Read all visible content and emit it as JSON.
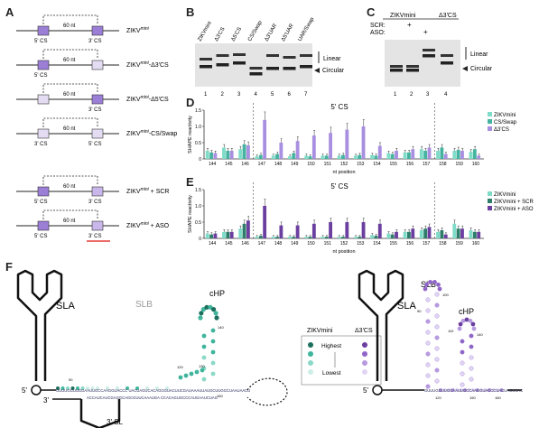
{
  "panels": {
    "a": "A",
    "b": "B",
    "c": "C",
    "d": "D",
    "e": "E",
    "f": "F"
  },
  "panel_a": {
    "spacer": "60 nt",
    "constructs": [
      {
        "prefix": "ZIKV",
        "sup": "mini",
        "suffix": "",
        "left": "5' CS",
        "right": "3' CS",
        "left_fill": "#9b7ed6",
        "right_fill": "#9b7ed6"
      },
      {
        "prefix": "ZIKV",
        "sup": "mini",
        "suffix": "-Δ3'CS",
        "left": "5' CS",
        "right": "",
        "left_fill": "#9b7ed6",
        "right_fill": "#e4dcf3"
      },
      {
        "prefix": "ZIKV",
        "sup": "mini",
        "suffix": "-Δ5'CS",
        "left": "",
        "right": "3' CS",
        "left_fill": "#e4dcf3",
        "right_fill": "#9b7ed6"
      },
      {
        "prefix": "ZIKV",
        "sup": "mini",
        "suffix": "-CS/Swap",
        "left": "3' CS",
        "right": "5' CS",
        "left_fill": "#e4dcf3",
        "right_fill": "#e4dcf3"
      },
      {
        "prefix": "ZIKV",
        "sup": "mini",
        "suffix": " + SCR",
        "left": "5' CS",
        "right": "3' CS",
        "left_fill": "#9b7ed6",
        "right_fill": "#c9b6ea"
      },
      {
        "prefix": "ZIKV",
        "sup": "mini",
        "suffix": " + ASO",
        "left": "5' CS",
        "right": "3' CS",
        "left_fill": "#9b7ed6",
        "right_fill": "#c9b6ea"
      }
    ]
  },
  "panel_b": {
    "lanes": [
      "ZIKVmini",
      "Δ3'CS",
      "Δ5'CS",
      "CS/Swap",
      "Δ3'UAR",
      "Δ5'UAR",
      "UAR/Swap"
    ],
    "numbers": [
      "1",
      "2",
      "3",
      "4",
      "5",
      "6",
      "7"
    ],
    "linear": "Linear",
    "circular": "Circular"
  },
  "panel_c": {
    "group": "ZIKVmini",
    "extra": "Δ3'CS",
    "scr": "SCR:",
    "aso": "ASO:",
    "plus": "+",
    "numbers": [
      "1",
      "2",
      "3",
      "4"
    ],
    "linear": "Linear",
    "circular": "Circular"
  },
  "chart_data": [
    {
      "type": "bar",
      "title": "5' CS",
      "xlabel": "nt position",
      "ylabel": "SHAPE reactivity",
      "ylim": [
        0,
        1.5
      ],
      "yticks": [
        "0",
        "0.5",
        "1.0",
        "1.5"
      ],
      "categories": [
        "144",
        "145",
        "146",
        "147",
        "148",
        "149",
        "150",
        "151",
        "152",
        "153",
        "154",
        "155",
        "156",
        "157",
        "158",
        "159",
        "160"
      ],
      "series": [
        {
          "name": "ZIKVmini",
          "color": "#7fdcc8",
          "values": [
            0.25,
            0.35,
            0.3,
            0.08,
            0.1,
            0.08,
            0.1,
            0.1,
            0.1,
            0.1,
            0.12,
            0.18,
            0.2,
            0.3,
            0.25,
            0.25,
            0.22
          ]
        },
        {
          "name": "CS/Swap",
          "color": "#45b3a0",
          "values": [
            0.2,
            0.25,
            0.45,
            0.12,
            0.15,
            0.18,
            0.08,
            0.1,
            0.12,
            0.12,
            0.1,
            0.15,
            0.2,
            0.25,
            0.35,
            0.28,
            0.3
          ]
        },
        {
          "name": "Δ3'CS",
          "color": "#a98fe0",
          "values": [
            0.18,
            0.25,
            0.42,
            1.2,
            0.5,
            0.55,
            0.72,
            0.8,
            0.9,
            1.0,
            0.4,
            0.25,
            0.3,
            0.35,
            0.15,
            0.25,
            0.1
          ]
        }
      ]
    },
    {
      "type": "bar",
      "title": "5' CS",
      "xlabel": "nt position",
      "ylabel": "SHAPE reactivity",
      "ylim": [
        0,
        1.5
      ],
      "yticks": [
        "0",
        "0.5",
        "1.0",
        "1.5"
      ],
      "categories": [
        "144",
        "145",
        "146",
        "147",
        "148",
        "149",
        "150",
        "151",
        "152",
        "153",
        "154",
        "155",
        "156",
        "157",
        "158",
        "159",
        "160"
      ],
      "series": [
        {
          "name": "ZIKVmini",
          "color": "#7fdcc8",
          "values": [
            0.15,
            0.2,
            0.3,
            0.05,
            0.05,
            0.05,
            0.05,
            0.05,
            0.05,
            0.05,
            0.1,
            0.15,
            0.2,
            0.25,
            0.2,
            0.45,
            0.25
          ]
        },
        {
          "name": "ZIKVmini + SCR",
          "color": "#2e7d6a",
          "values": [
            0.12,
            0.2,
            0.45,
            0.08,
            0.05,
            0.05,
            0.05,
            0.05,
            0.05,
            0.05,
            0.08,
            0.12,
            0.2,
            0.3,
            0.25,
            0.3,
            0.2
          ]
        },
        {
          "name": "ZIKVmini + ASO",
          "color": "#6b3fa0",
          "values": [
            0.15,
            0.2,
            0.55,
            1.0,
            0.4,
            0.4,
            0.45,
            0.5,
            0.5,
            0.5,
            0.45,
            0.2,
            0.3,
            0.35,
            0.12,
            0.3,
            0.2
          ]
        }
      ]
    }
  ],
  "legend_d": [
    "ZIKVmini",
    "CS/Swap",
    "Δ3'CS"
  ],
  "legend_e": [
    "ZIKVmini",
    "ZIKVmini + SCR",
    "ZIKVmini + ASO"
  ],
  "panel_f": {
    "left": {
      "sla": "SLA",
      "slb": "SLB",
      "sl3": "3' SL",
      "chp": "cHP",
      "five": "5'",
      "three": "3'",
      "n90": "90",
      "n120": "120",
      "n130": "130",
      "n140": "140",
      "n150": "150"
    },
    "right": {
      "sla": "SLA",
      "slb": "SLB",
      "chp": "cHP",
      "five": "5'",
      "n90": "90",
      "n100": "100",
      "n110": "110",
      "n120": "120",
      "n140": "140",
      "n150": "150",
      "n160": "160"
    },
    "legend": {
      "col1": "ZIKVmini",
      "col2": "Δ3'CS",
      "highest": "Highest",
      "lowest": "Lowest"
    },
    "seq_top": "GUUUGGUUGGAAUUGCCAAGGUACCC UACUAGUCACAGGGUACUUCGAUAAAUUAUGCUUGGCUAAUAACU",
    "seq_bottom": "ACCAUCAUCGAGGCAGCGUUCAAAUGA CCACAGUGCCCAUGAAUCUAG",
    "seq_right": "GUUUGGUUGGAAUUGCCAAGGUACCCUACUAGUCAC"
  }
}
